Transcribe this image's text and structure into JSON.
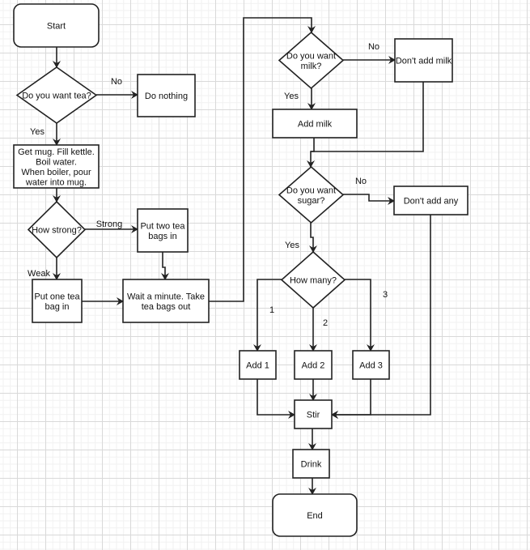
{
  "diagram": {
    "type": "flowchart",
    "title": "",
    "nodes": [
      {
        "id": "start",
        "shape": "terminal",
        "lines": [
          "Start"
        ]
      },
      {
        "id": "want_tea",
        "shape": "decision",
        "lines": [
          "Do you want tea?"
        ]
      },
      {
        "id": "do_nothing",
        "shape": "process",
        "lines": [
          "Do nothing"
        ]
      },
      {
        "id": "get_mug",
        "shape": "process",
        "lines": [
          "Get mug. Fill kettle.",
          "Boil water.",
          "When boiler, pour",
          "water into mug."
        ]
      },
      {
        "id": "how_strong",
        "shape": "decision",
        "lines": [
          "How strong?"
        ]
      },
      {
        "id": "two_bags",
        "shape": "process",
        "lines": [
          "Put two tea",
          "bags in"
        ]
      },
      {
        "id": "one_bag",
        "shape": "process",
        "lines": [
          "Put one tea",
          "bag in"
        ]
      },
      {
        "id": "wait",
        "shape": "process",
        "lines": [
          "Wait a minute. Take",
          "tea bags out"
        ]
      },
      {
        "id": "want_milk",
        "shape": "decision",
        "lines": [
          "Do you want",
          "milk?"
        ]
      },
      {
        "id": "no_milk",
        "shape": "process",
        "lines": [
          "Don't add milk"
        ]
      },
      {
        "id": "add_milk",
        "shape": "process",
        "lines": [
          "Add milk"
        ]
      },
      {
        "id": "want_sugar",
        "shape": "decision",
        "lines": [
          "Do you want",
          "sugar?"
        ]
      },
      {
        "id": "no_sugar",
        "shape": "process",
        "lines": [
          "Don't add any"
        ]
      },
      {
        "id": "how_many",
        "shape": "decision",
        "lines": [
          "How many?"
        ]
      },
      {
        "id": "add1",
        "shape": "process",
        "lines": [
          "Add 1"
        ]
      },
      {
        "id": "add2",
        "shape": "process",
        "lines": [
          "Add 2"
        ]
      },
      {
        "id": "add3",
        "shape": "process",
        "lines": [
          "Add 3"
        ]
      },
      {
        "id": "stir",
        "shape": "process",
        "lines": [
          "Stir"
        ]
      },
      {
        "id": "drink",
        "shape": "process",
        "lines": [
          "Drink"
        ]
      },
      {
        "id": "end",
        "shape": "terminal",
        "lines": [
          "End"
        ]
      }
    ],
    "edges": [
      {
        "from": "start",
        "to": "want_tea",
        "label": ""
      },
      {
        "from": "want_tea",
        "to": "do_nothing",
        "label": "No"
      },
      {
        "from": "want_tea",
        "to": "get_mug",
        "label": "Yes"
      },
      {
        "from": "get_mug",
        "to": "how_strong",
        "label": ""
      },
      {
        "from": "how_strong",
        "to": "two_bags",
        "label": "Strong"
      },
      {
        "from": "how_strong",
        "to": "one_bag",
        "label": "Weak"
      },
      {
        "from": "two_bags",
        "to": "wait",
        "label": ""
      },
      {
        "from": "one_bag",
        "to": "wait",
        "label": ""
      },
      {
        "from": "wait",
        "to": "want_milk",
        "label": ""
      },
      {
        "from": "want_milk",
        "to": "no_milk",
        "label": "No"
      },
      {
        "from": "want_milk",
        "to": "add_milk",
        "label": "Yes"
      },
      {
        "from": "add_milk",
        "to": "want_sugar",
        "label": ""
      },
      {
        "from": "no_milk",
        "to": "want_sugar",
        "label": ""
      },
      {
        "from": "want_sugar",
        "to": "no_sugar",
        "label": "No"
      },
      {
        "from": "want_sugar",
        "to": "how_many",
        "label": "Yes"
      },
      {
        "from": "how_many",
        "to": "add1",
        "label": "1"
      },
      {
        "from": "how_many",
        "to": "add2",
        "label": "2"
      },
      {
        "from": "how_many",
        "to": "add3",
        "label": "3"
      },
      {
        "from": "add1",
        "to": "stir",
        "label": ""
      },
      {
        "from": "add2",
        "to": "stir",
        "label": ""
      },
      {
        "from": "add3",
        "to": "stir",
        "label": ""
      },
      {
        "from": "no_sugar",
        "to": "stir",
        "label": ""
      },
      {
        "from": "stir",
        "to": "drink",
        "label": ""
      },
      {
        "from": "drink",
        "to": "end",
        "label": ""
      }
    ]
  }
}
